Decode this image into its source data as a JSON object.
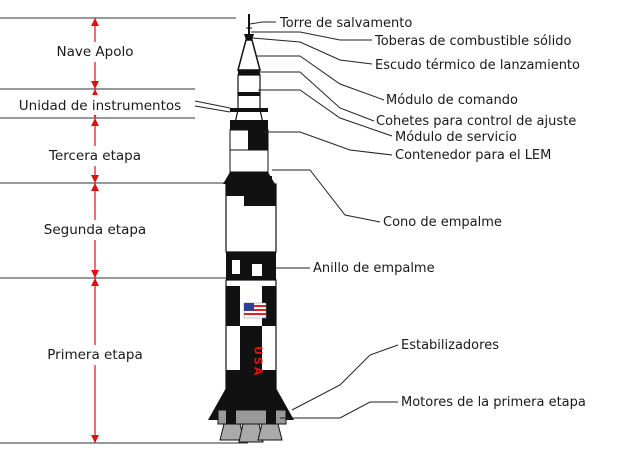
{
  "title": "",
  "stages": [
    {
      "key": "nave",
      "label": "Nave Apolo"
    },
    {
      "key": "iu",
      "label": "Unidad de instrumentos"
    },
    {
      "key": "tercera",
      "label": "Tercera etapa"
    },
    {
      "key": "segunda",
      "label": "Segunda etapa"
    },
    {
      "key": "primera",
      "label": "Primera etapa"
    }
  ],
  "callouts": [
    "Torre de salvamento",
    "Toberas de combustible sólido",
    "Escudo térmico de lanzamiento",
    "Módulo de comando",
    "Cohetes para control de ajuste",
    "Módulo de servicio",
    "Contenedor para el LEM",
    "Cono de empalme",
    "Anillo de empalme",
    "Estabilizadores",
    "Motores de la primera etapa"
  ],
  "markings": {
    "country": "USA"
  },
  "colors": {
    "dimension": "#e01010",
    "rocket_dark": "#111111",
    "rocket_light": "#ffffff"
  }
}
